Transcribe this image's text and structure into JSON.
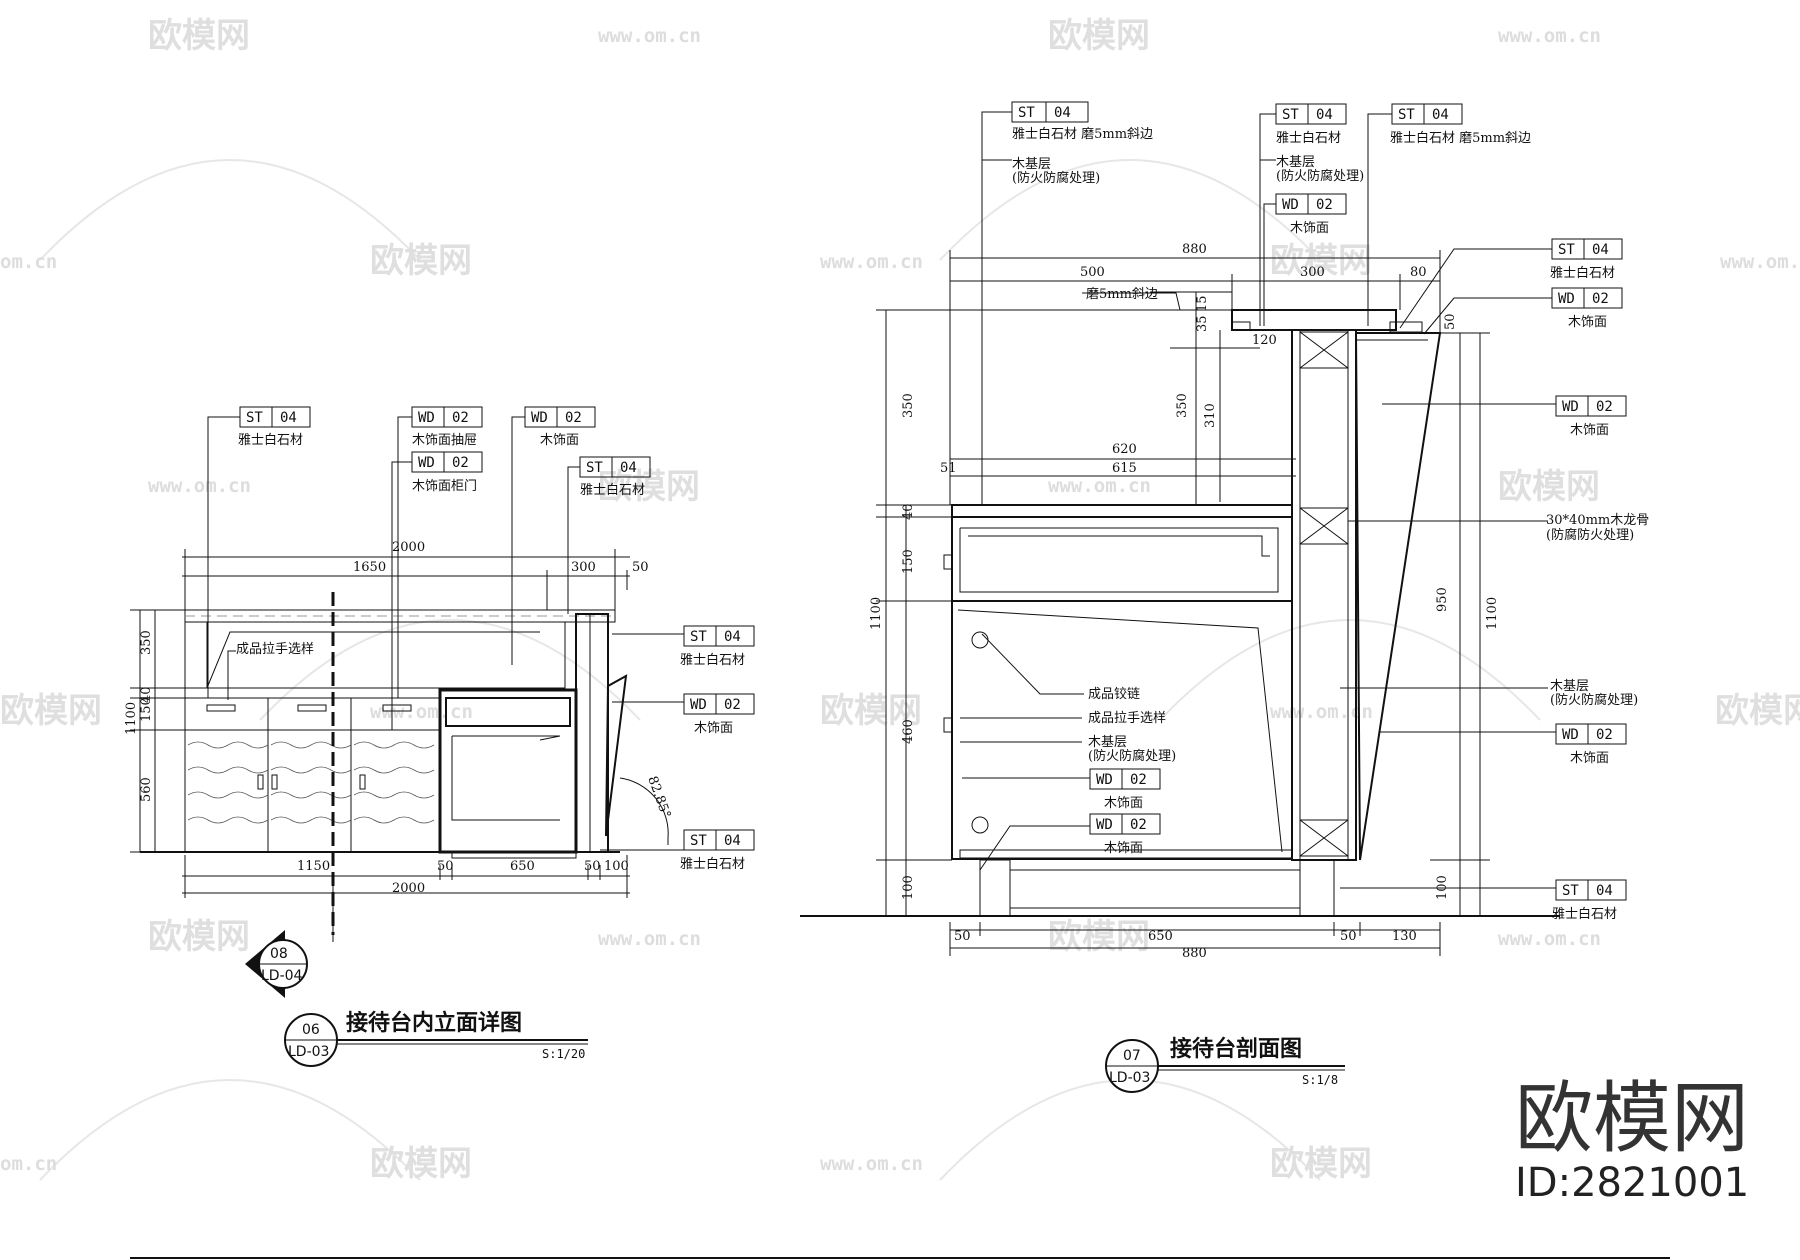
{
  "brand": {
    "name": "欧模网",
    "id": "ID:2821001"
  },
  "watermarks": {
    "logo": "欧模网",
    "url": "www.om.cn",
    "url_short": "om.cn"
  },
  "left_view": {
    "number": "06",
    "sheet_ref": "LD-03",
    "title": "接待台内立面详图",
    "scale": "S:1/20",
    "section_marker": {
      "number": "08",
      "sheet_ref": "LD-04"
    },
    "tags": [
      {
        "code": "ST",
        "num": "04",
        "desc": "雅士白石材"
      },
      {
        "code": "WD",
        "num": "02",
        "desc": "木饰面抽屉"
      },
      {
        "code": "WD",
        "num": "02",
        "desc": "木饰面柜门"
      },
      {
        "code": "WD",
        "num": "02",
        "desc": "木饰面"
      },
      {
        "code": "ST",
        "num": "04",
        "desc": "雅士白石材"
      },
      {
        "code": "ST",
        "num": "04",
        "desc": "雅士白石材"
      },
      {
        "code": "WD",
        "num": "02",
        "desc": "木饰面"
      },
      {
        "code": "ST",
        "num": "04",
        "desc": "雅士白石材"
      }
    ],
    "notes": {
      "handle": "成品拉手选样",
      "angle": "82.85°"
    },
    "dims_top": {
      "total": "2000",
      "a": "1650",
      "b": "300",
      "c": "50"
    },
    "dims_bottom": {
      "a": "1150",
      "b": "50",
      "c": "650",
      "d": "50",
      "e": "100",
      "total": "2000"
    },
    "dims_left": {
      "a": "350",
      "b": "40",
      "c": "150",
      "d": "560",
      "e": "1100"
    }
  },
  "right_view": {
    "number": "07",
    "sheet_ref": "LD-03",
    "title": "接待台剖面图",
    "scale": "S:1/8",
    "tags": [
      {
        "code": "ST",
        "num": "04",
        "desc": "雅士白石材 磨5mm斜边"
      },
      {
        "code": "ST",
        "num": "04",
        "desc": "雅士白石材"
      },
      {
        "code": "ST",
        "num": "04",
        "desc": "雅士白石材 磨5mm斜边"
      },
      {
        "code": "WD",
        "num": "02",
        "desc": "木饰面"
      },
      {
        "code": "ST",
        "num": "04",
        "desc": "雅士白石材"
      },
      {
        "code": "WD",
        "num": "02",
        "desc": "木饰面"
      },
      {
        "code": "WD",
        "num": "02",
        "desc": "木饰面"
      },
      {
        "code": "WD",
        "num": "02",
        "desc": "木饰面"
      },
      {
        "code": "WD",
        "num": "02",
        "desc": "木饰面"
      },
      {
        "code": "WD",
        "num": "02",
        "desc": "木饰面"
      },
      {
        "code": "ST",
        "num": "04",
        "desc": "雅士白石材"
      }
    ],
    "notes": {
      "base_a": "木基层",
      "base_a2": "(防火防腐处理)",
      "base_b": "木基层",
      "base_b2": "(防火防腐处理)",
      "bevel": "磨5mm斜边",
      "keel": "30*40mm木龙骨",
      "keel2": "(防腐防火处理)",
      "hinge": "成品铰链",
      "handle": "成品拉手选样",
      "base_c": "木基层",
      "base_c2": "(防火防腐处理)",
      "base_d": "木基层",
      "base_d2": "(防火防腐处理)"
    },
    "dims_top": {
      "total": "880",
      "a": "500",
      "b": "300",
      "c": "80"
    },
    "dims_inner": {
      "a": "620",
      "b": "615",
      "c": "51",
      "d": "120",
      "e": "15",
      "f": "35",
      "g": "350",
      "h": "310"
    },
    "dims_left": {
      "a": "350",
      "b": "40",
      "c": "150",
      "d": "460",
      "e": "100",
      "total": "1100"
    },
    "dims_right": {
      "a": "50",
      "b": "950",
      "c": "100",
      "total": "1100"
    },
    "dims_bottom": {
      "a": "50",
      "b": "650",
      "c": "50",
      "d": "130",
      "total": "880"
    }
  }
}
